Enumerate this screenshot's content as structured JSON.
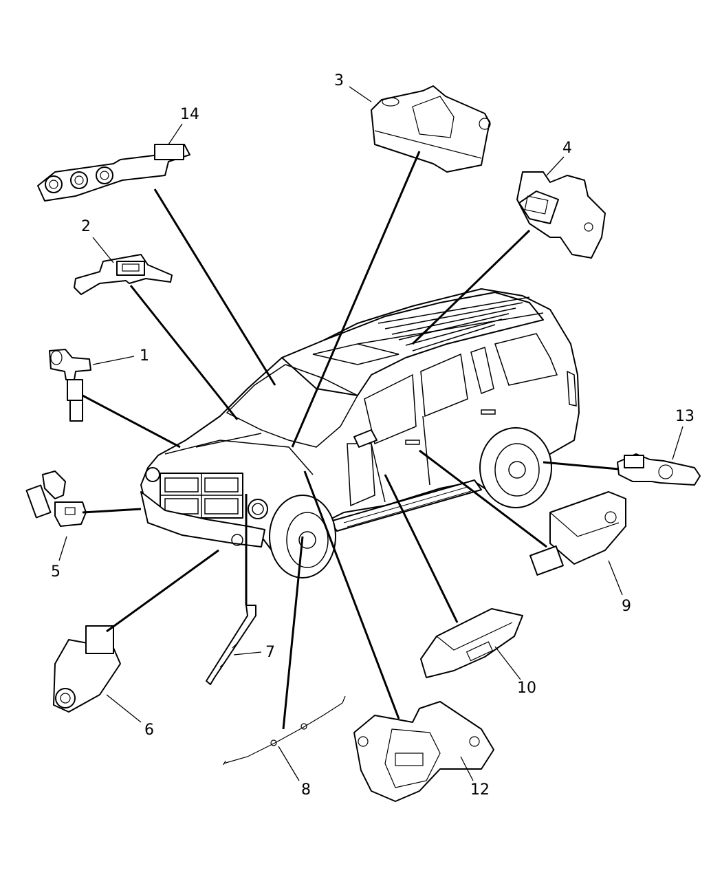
{
  "callouts": [
    {
      "id": "1",
      "label": "1"
    },
    {
      "id": "2",
      "label": "2"
    },
    {
      "id": "3",
      "label": "3"
    },
    {
      "id": "4",
      "label": "4"
    },
    {
      "id": "5",
      "label": "5"
    },
    {
      "id": "6",
      "label": "6"
    },
    {
      "id": "7",
      "label": "7"
    },
    {
      "id": "8",
      "label": "8"
    },
    {
      "id": "9",
      "label": "9"
    },
    {
      "id": "10",
      "label": "10"
    },
    {
      "id": "12",
      "label": "12"
    },
    {
      "id": "13",
      "label": "13"
    },
    {
      "id": "14",
      "label": "14"
    }
  ]
}
